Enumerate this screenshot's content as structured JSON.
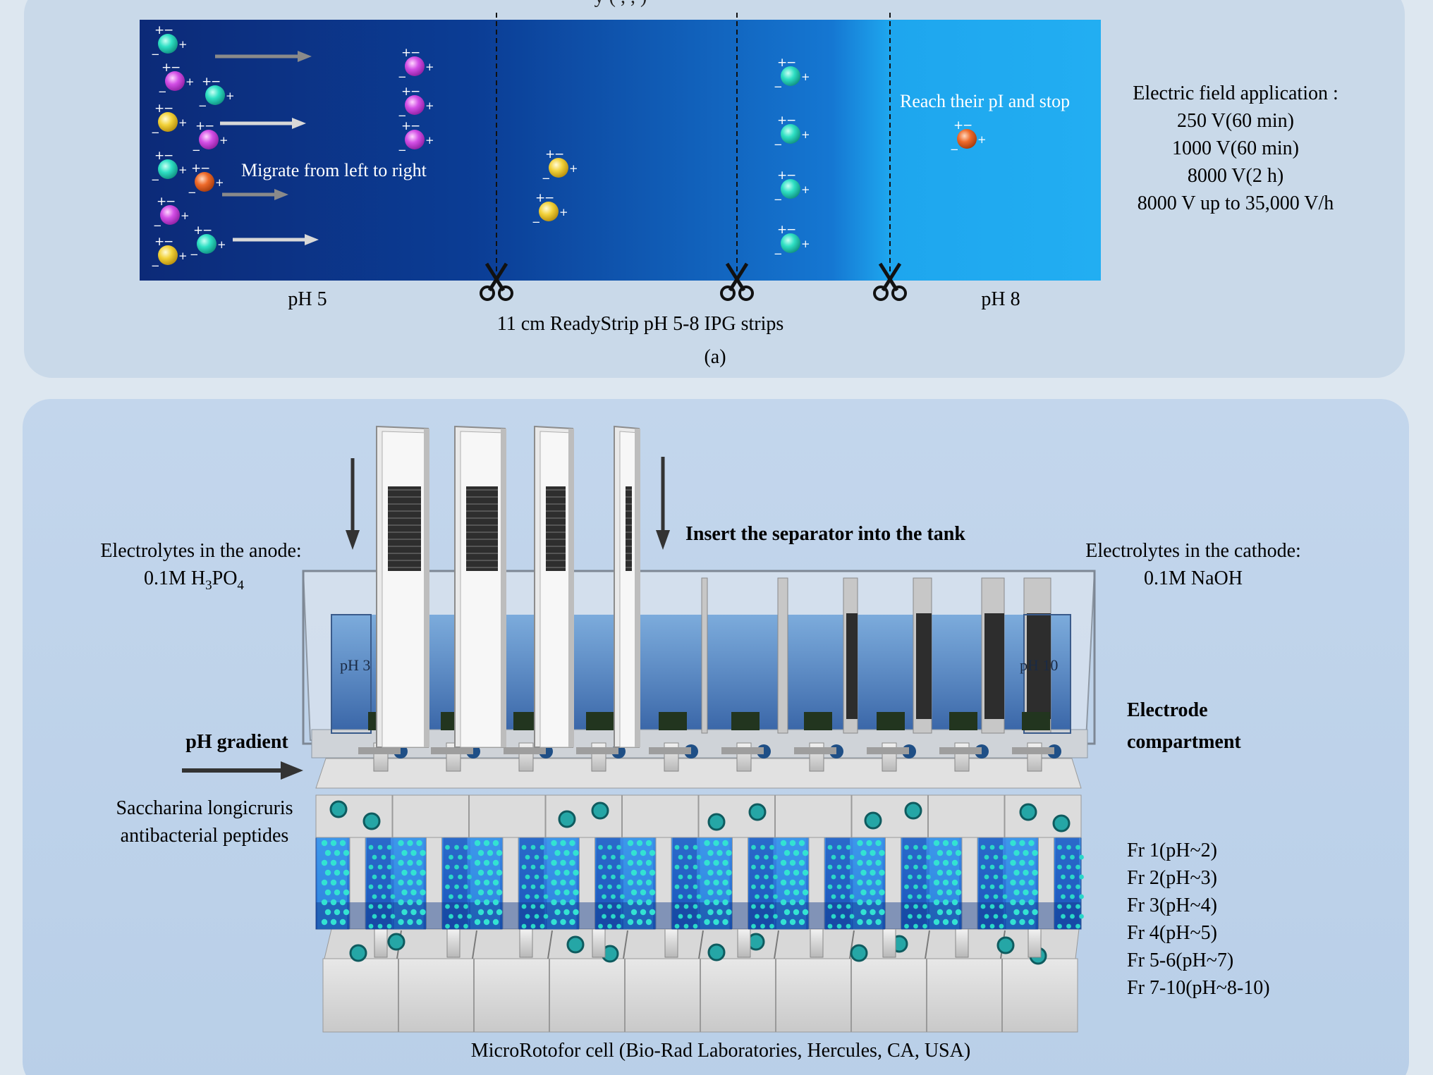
{
  "panel_a": {
    "strip_title_partial": "y (   ,   ,   )",
    "migrate_label": "Migrate from left to right",
    "reach_label": "Reach their pI and stop",
    "ph_left": "pH 5",
    "ph_right": "pH 8",
    "strip_caption": "11 cm ReadyStrip pH 5-8 IPG strips",
    "panel_label": "(a)",
    "electric_field": {
      "title": "Electric field application :",
      "steps": [
        "250 V(60 min)",
        "1000 V(60 min)",
        "8000 V(2 h)",
        "8000 V up to 35,000 V/h"
      ]
    },
    "charge_plus": "+",
    "charge_minus": "−"
  },
  "panel_b": {
    "insert_label": "Insert the separator into the tank",
    "anode_label": "Electrolytes in the anode:",
    "anode_value_prefix": "0.1M H",
    "anode_sub1": "3",
    "anode_value_mid": "PO",
    "anode_sub2": "4",
    "cathode_label": "Electrolytes in the cathode:",
    "cathode_value": "0.1M NaOH",
    "ph_low": "pH 3",
    "ph_high": "pH 10",
    "electrode_label": [
      "Electrode",
      "compartment"
    ],
    "gradient_label": "pH gradient",
    "sample_label": [
      "Saccharina longicruris",
      "antibacterial peptides"
    ],
    "fractions": [
      "Fr 1(pH~2)",
      "Fr 2(pH~3)",
      "Fr 3(pH~4)",
      "Fr 4(pH~5)",
      "Fr 5-6(pH~7)",
      "Fr 7-10(pH~8-10)"
    ],
    "cell_caption": "MicroRotofor cell (Bio-Rad Laboratories, Hercules, CA, USA)"
  },
  "colors": {
    "teal": "#2fe0c4",
    "magenta": "#d34fe6",
    "yellow": "#f2d23a",
    "orange": "#ee6a2a",
    "strip_dark": "#0d2c7a",
    "strip_light": "#1ea8ef"
  }
}
